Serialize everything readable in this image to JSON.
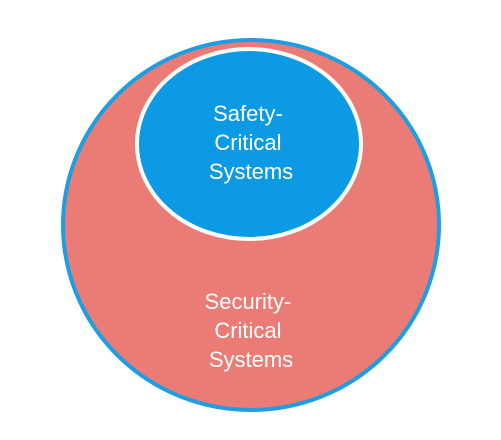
{
  "diagram": {
    "outer": {
      "label_lines": [
        "Security-",
        "Critical",
        "Systems"
      ],
      "fill_color": "#eb7b75",
      "stroke_color": "#1c9ee4"
    },
    "inner": {
      "label_lines": [
        "Safety-",
        "Critical",
        "Systems"
      ],
      "fill_color": "#0b9ae3",
      "stroke_color": "#ffffff"
    }
  }
}
